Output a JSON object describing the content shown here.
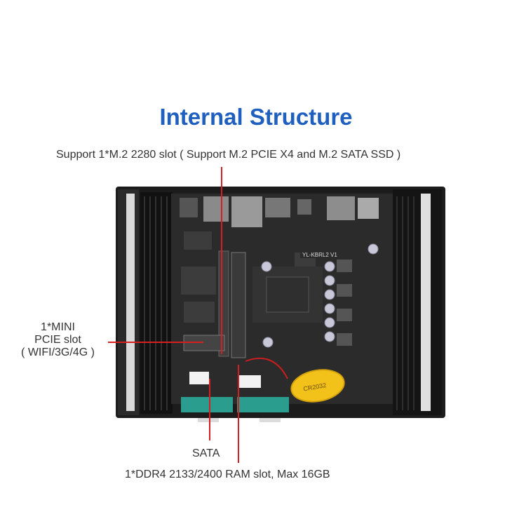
{
  "title": "Internal Structure",
  "labels": {
    "m2_slot": "Support 1*M.2 2280 slot ( Support M.2 PCIE X4 and M.2 SATA SSD )",
    "mini_pcie_line1": "1*MINI",
    "mini_pcie_line2": "PCIE slot",
    "mini_pcie_line3": "( WIFI/3G/4G )",
    "sata": "SATA",
    "ram": "1*DDR4 2133/2400 RAM slot, Max 16GB"
  },
  "board_text": {
    "model": "YL-KBRL2 V1",
    "battery": "CR2032"
  },
  "colors": {
    "title": "#1f5fbf",
    "callout_line": "#d62020",
    "pcb": "#2a2a2a",
    "chassis": "#1c1c1c",
    "battery": "#f2c21b",
    "connector": "#2a9d8f"
  }
}
